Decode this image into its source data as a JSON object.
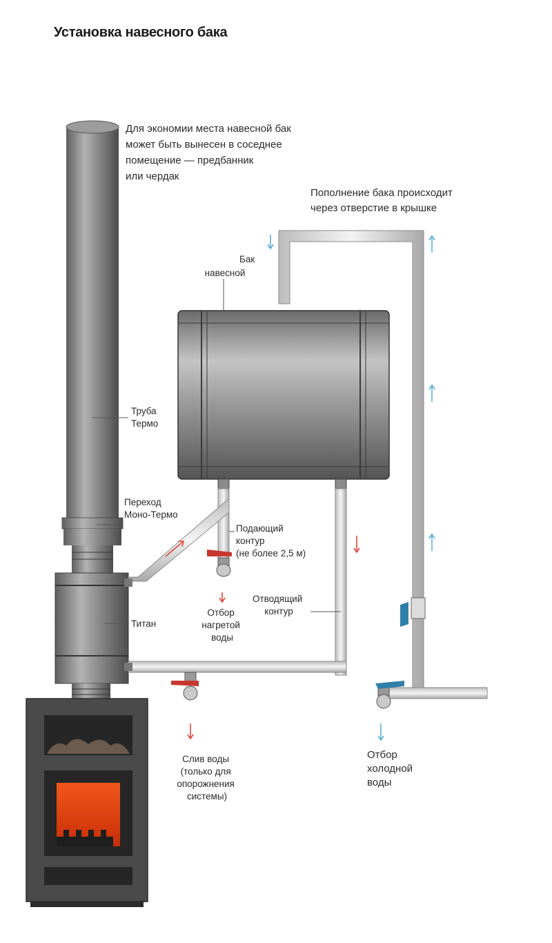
{
  "title": "Установка навесного бака",
  "notes": {
    "space_saving": [
      "Для экономии места навесной бак",
      "может быть вынесен в соседнее",
      "помещение — предбанник",
      "или чердак"
    ],
    "refill": [
      "Пополнение бака происходит",
      "через отверстие в крышке"
    ]
  },
  "labels": {
    "tank": [
      "Бак",
      "навесной"
    ],
    "pipe": [
      "Труба",
      "Термо"
    ],
    "transition": [
      "Переход",
      "Моно-Термо"
    ],
    "supply": [
      "Подающий",
      "контур",
      "(не более 2,5 м)"
    ],
    "return": [
      "Отводящий",
      "контур"
    ],
    "hot_outlet": [
      "Отбор",
      "нагретой",
      "воды"
    ],
    "titan": [
      "Титан"
    ],
    "drain": [
      "Слив воды",
      "(только для",
      "опорожнения",
      "системы)"
    ],
    "cold_outlet": [
      "Отбор",
      "холодной",
      "воды"
    ]
  },
  "colors": {
    "hot_arrow": "#e2473b",
    "cold_arrow": "#5ab0d8",
    "red_valve": "#c8382f",
    "blue_valve": "#2f7fa8",
    "fire": "#e8400f",
    "stove": "#4a4a4a"
  }
}
